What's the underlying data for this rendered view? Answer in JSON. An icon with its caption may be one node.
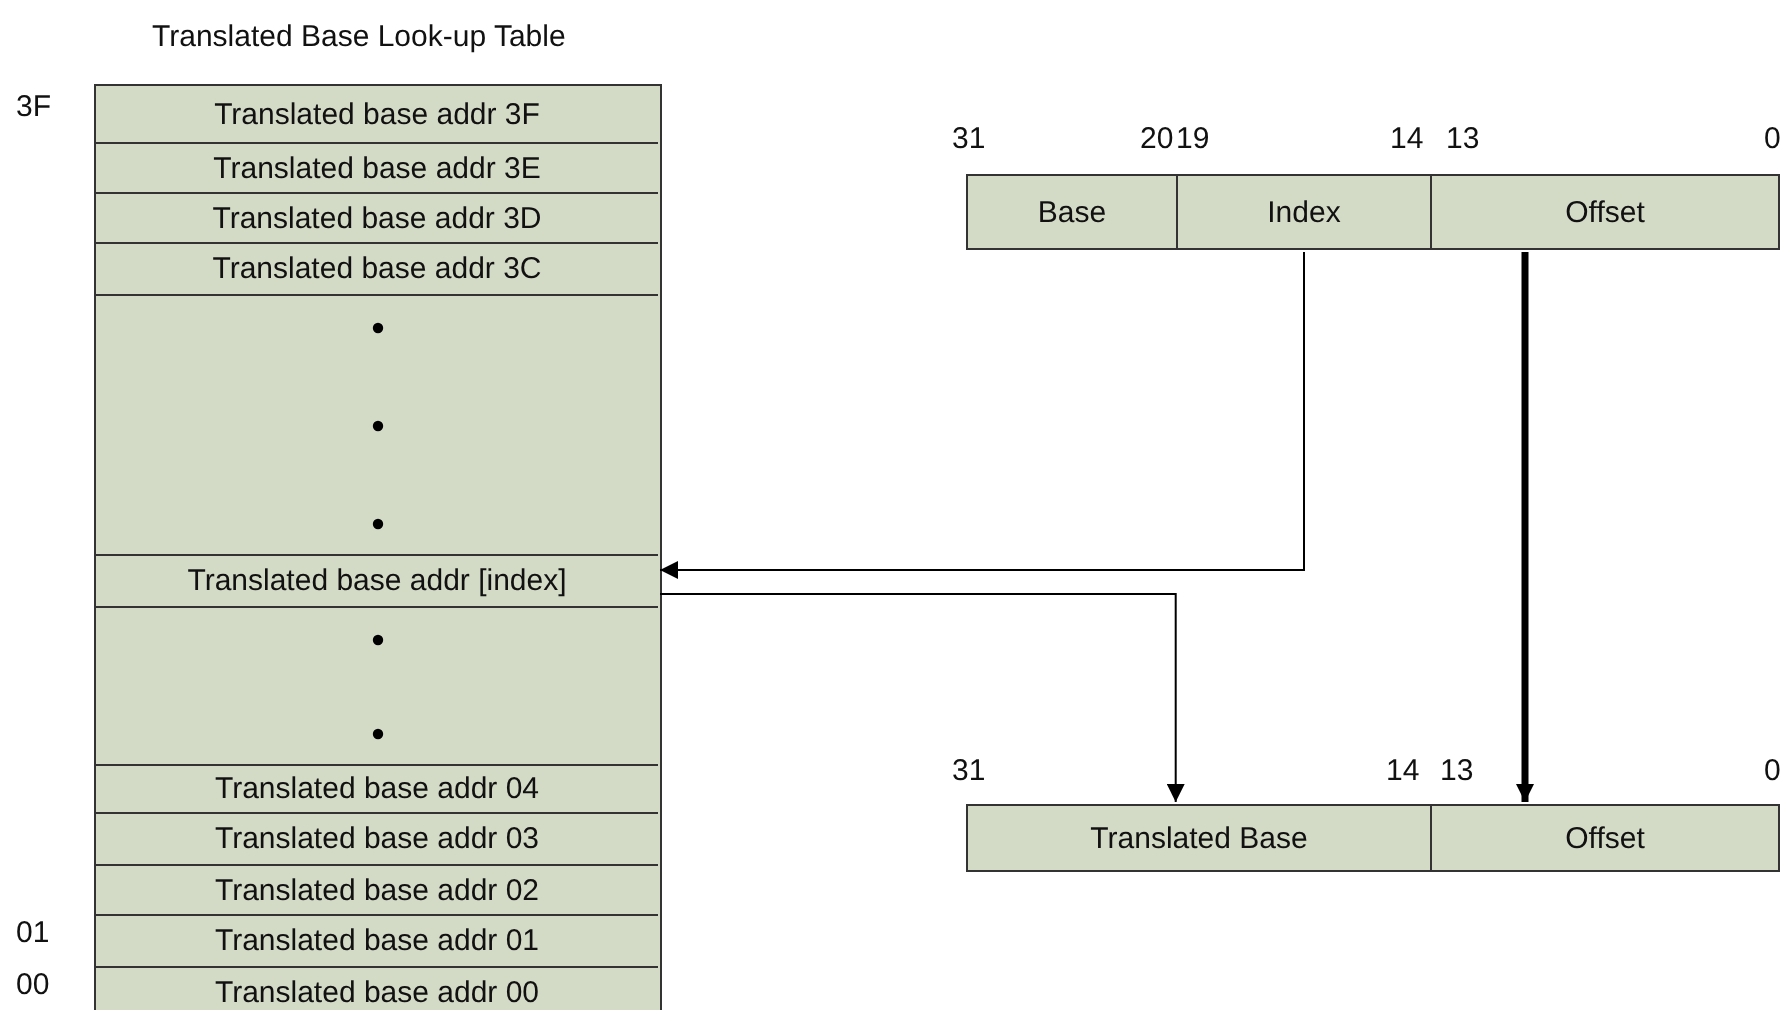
{
  "diagram": {
    "nodes": [
      {
        "text": [
          "Translated Base Look-up Table"
        ]
      },
      {
        "text": [
          "Translated base addr 3F"
        ],
        "in": 0,
        "beside": [
          "3F"
        ]
      },
      {
        "text": [
          "Translated base addr 3E"
        ],
        "in": 0
      },
      {
        "text": [
          "Translated base addr 3D"
        ],
        "in": 0
      },
      {
        "text": [
          "Translated base addr 3C"
        ],
        "in": 0
      },
      {
        "text": [],
        "shape": "box",
        "in": 0
      },
      {
        "text": [
          "Translated base addr [index]"
        ],
        "in": 0
      },
      {
        "text": [],
        "shape": "box",
        "in": 0
      },
      {
        "text": [
          "Translated base addr 04"
        ],
        "in": 0
      },
      {
        "text": [
          "Translated base addr 03"
        ],
        "in": 0
      },
      {
        "text": [
          "Translated base addr 02"
        ],
        "in": 0
      },
      {
        "text": [
          "Translated base addr 01"
        ],
        "in": 0,
        "beside": [
          "01"
        ]
      },
      {
        "text": [
          "Translated base addr 00"
        ],
        "in": 0,
        "beside": [
          "00"
        ]
      },
      {
        "text": [
          "Base"
        ]
      },
      {
        "text": [
          "Index"
        ]
      },
      {
        "text": [
          "Offset"
        ]
      },
      {
        "text": [
          "Translated Base"
        ]
      },
      {
        "text": [
          "Offset"
        ]
      }
    ],
    "edges": [
      {
        "from": 14,
        "to": 6,
        "arrow": "to"
      },
      {
        "from": 6,
        "to": 16,
        "arrow": "to"
      },
      {
        "from": 15,
        "to": 17,
        "arrow": "to",
        "style": "thick"
      }
    ],
    "labels": [
      "31",
      "20",
      "19",
      "14",
      "13",
      "0",
      "31",
      "14",
      "13",
      "0"
    ]
  }
}
